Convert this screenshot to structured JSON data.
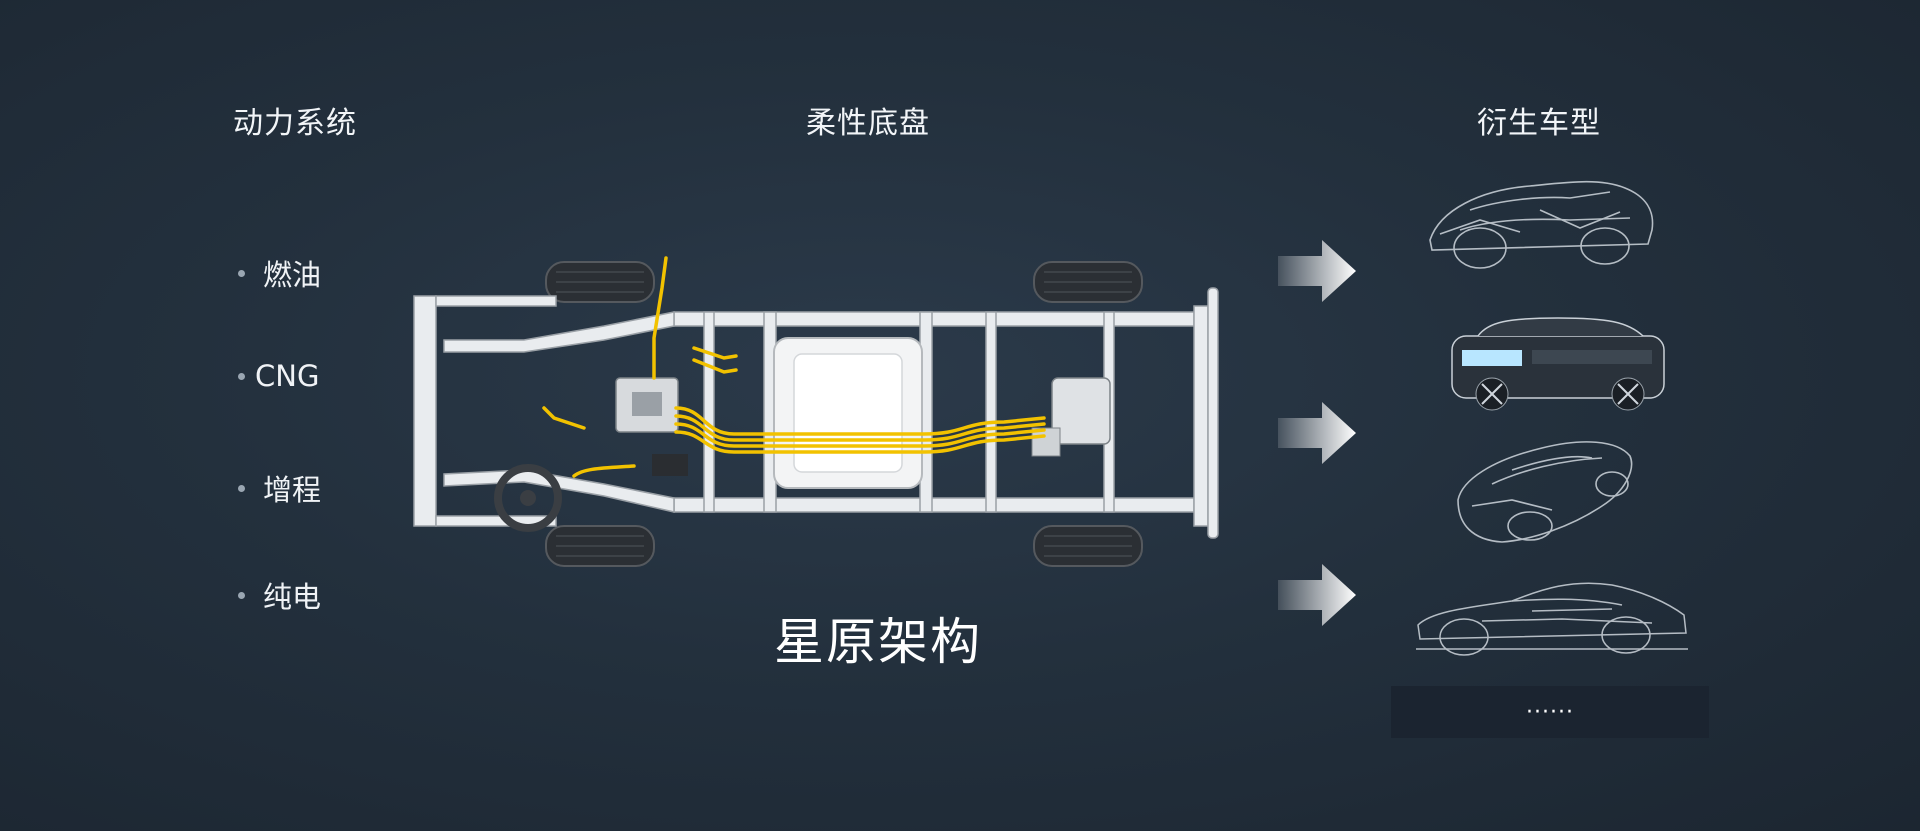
{
  "headers": {
    "powertrain": "动力系统",
    "chassis": "柔性底盘",
    "derivatives": "衍生车型"
  },
  "powertrain_options": [
    {
      "label": "燃油"
    },
    {
      "label": "CNG"
    },
    {
      "label": "增程"
    },
    {
      "label": "纯电"
    }
  ],
  "architecture_name": "星原架构",
  "more_label": "······",
  "colors": {
    "background": "#23303d",
    "accent_wiring": "#f2c200",
    "frame": "#e9ecef",
    "more_button_bg": "#1b2430"
  },
  "icons": {
    "arrows": [
      "arrow-right-icon",
      "arrow-right-icon",
      "arrow-right-icon"
    ],
    "cars": [
      "suv-sketch-icon",
      "mpv-render-icon",
      "coupe-sketch-icon",
      "sports-car-sketch-icon"
    ],
    "chassis": "skateboard-chassis-illustration"
  }
}
